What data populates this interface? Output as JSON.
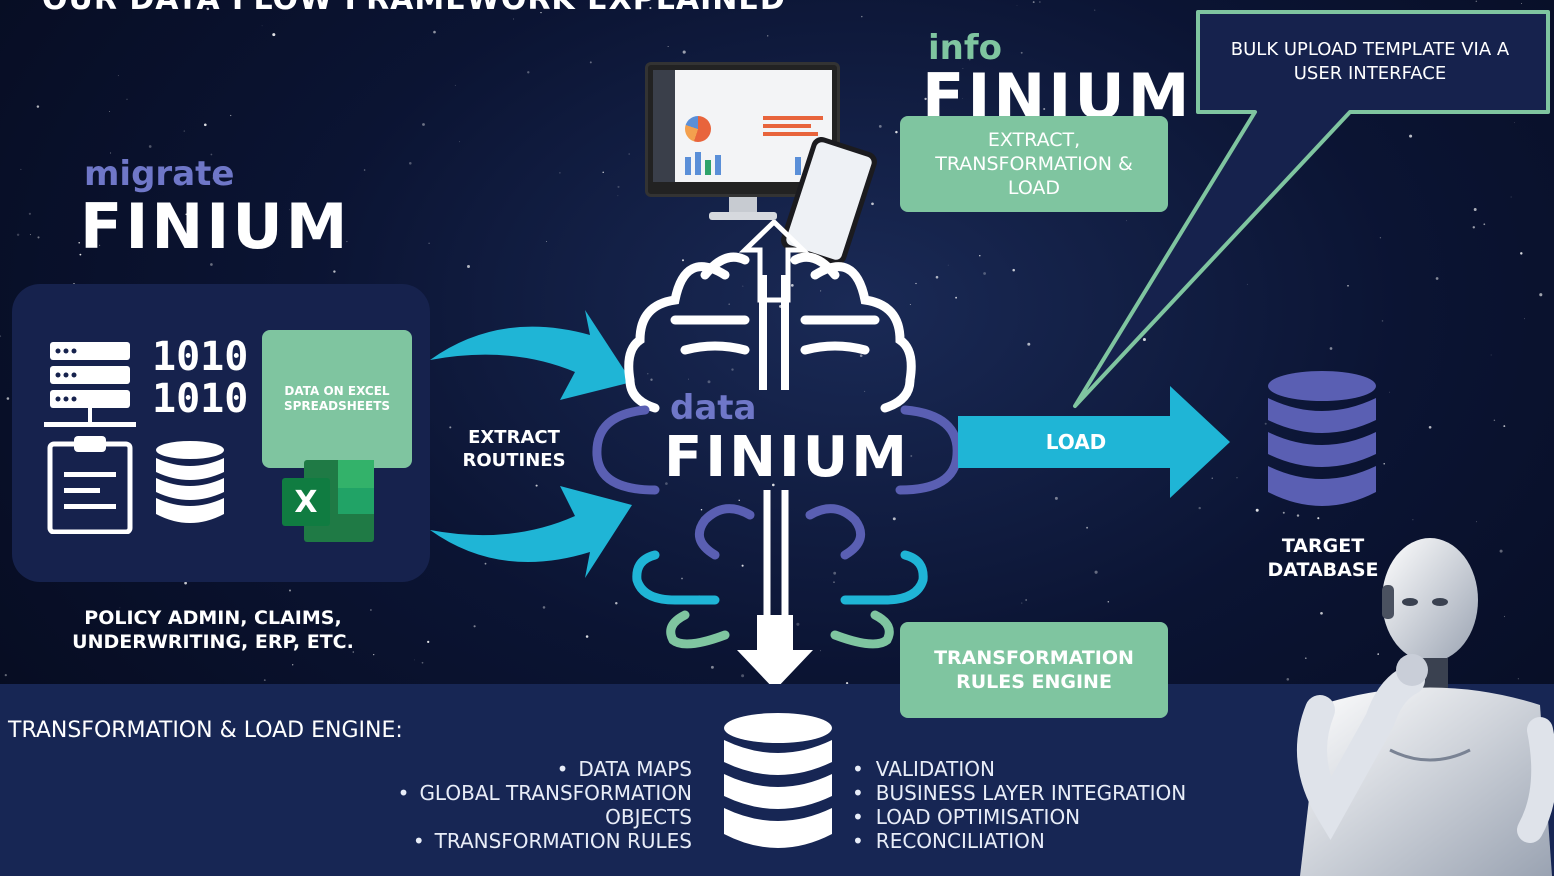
{
  "title": "OUR DATA FLOW FRAMEWORK EXPLAINED",
  "migrate": {
    "prefix": "migrate",
    "word": "FINIUM"
  },
  "info": {
    "prefix": "info",
    "word": "FINIUM"
  },
  "data_brand": {
    "prefix": "data",
    "word": "FINIUM"
  },
  "sources": {
    "binary_line1": "1010",
    "binary_line2": "1010",
    "excel_box_text": "DATA ON EXCEL SPREADSHEETS",
    "excel_letter": "X",
    "caption_line1": "POLICY ADMIN, CLAIMS,",
    "caption_line2": "UNDERWRITING, ERP, ETC."
  },
  "extract_label_line1": "EXTRACT",
  "extract_label_line2": "ROUTINES",
  "etl_box": "EXTRACT, TRANSFORMATION & LOAD",
  "bulk_upload": "BULK UPLOAD TEMPLATE VIA A USER INTERFACE",
  "load_label": "LOAD",
  "target_line1": "TARGET",
  "target_line2": "DATABASE",
  "rules_box": "TRANSFORMATION RULES ENGINE",
  "engine": {
    "heading": "TRANSFORMATION & LOAD ENGINE:",
    "left_items": [
      "DATA MAPS",
      "GLOBAL TRANSFORMATION",
      "OBJECTS",
      "TRANSFORMATION RULES"
    ],
    "right_items": [
      "VALIDATION",
      "BUSINESS LAYER INTEGRATION",
      "LOAD OPTIMISATION",
      "RECONCILIATION"
    ]
  },
  "colors": {
    "accent_green": "#7fc5a0",
    "accent_cyan": "#1fb5d6",
    "accent_purple": "#5a5fb3",
    "navy_band": "#172654"
  }
}
